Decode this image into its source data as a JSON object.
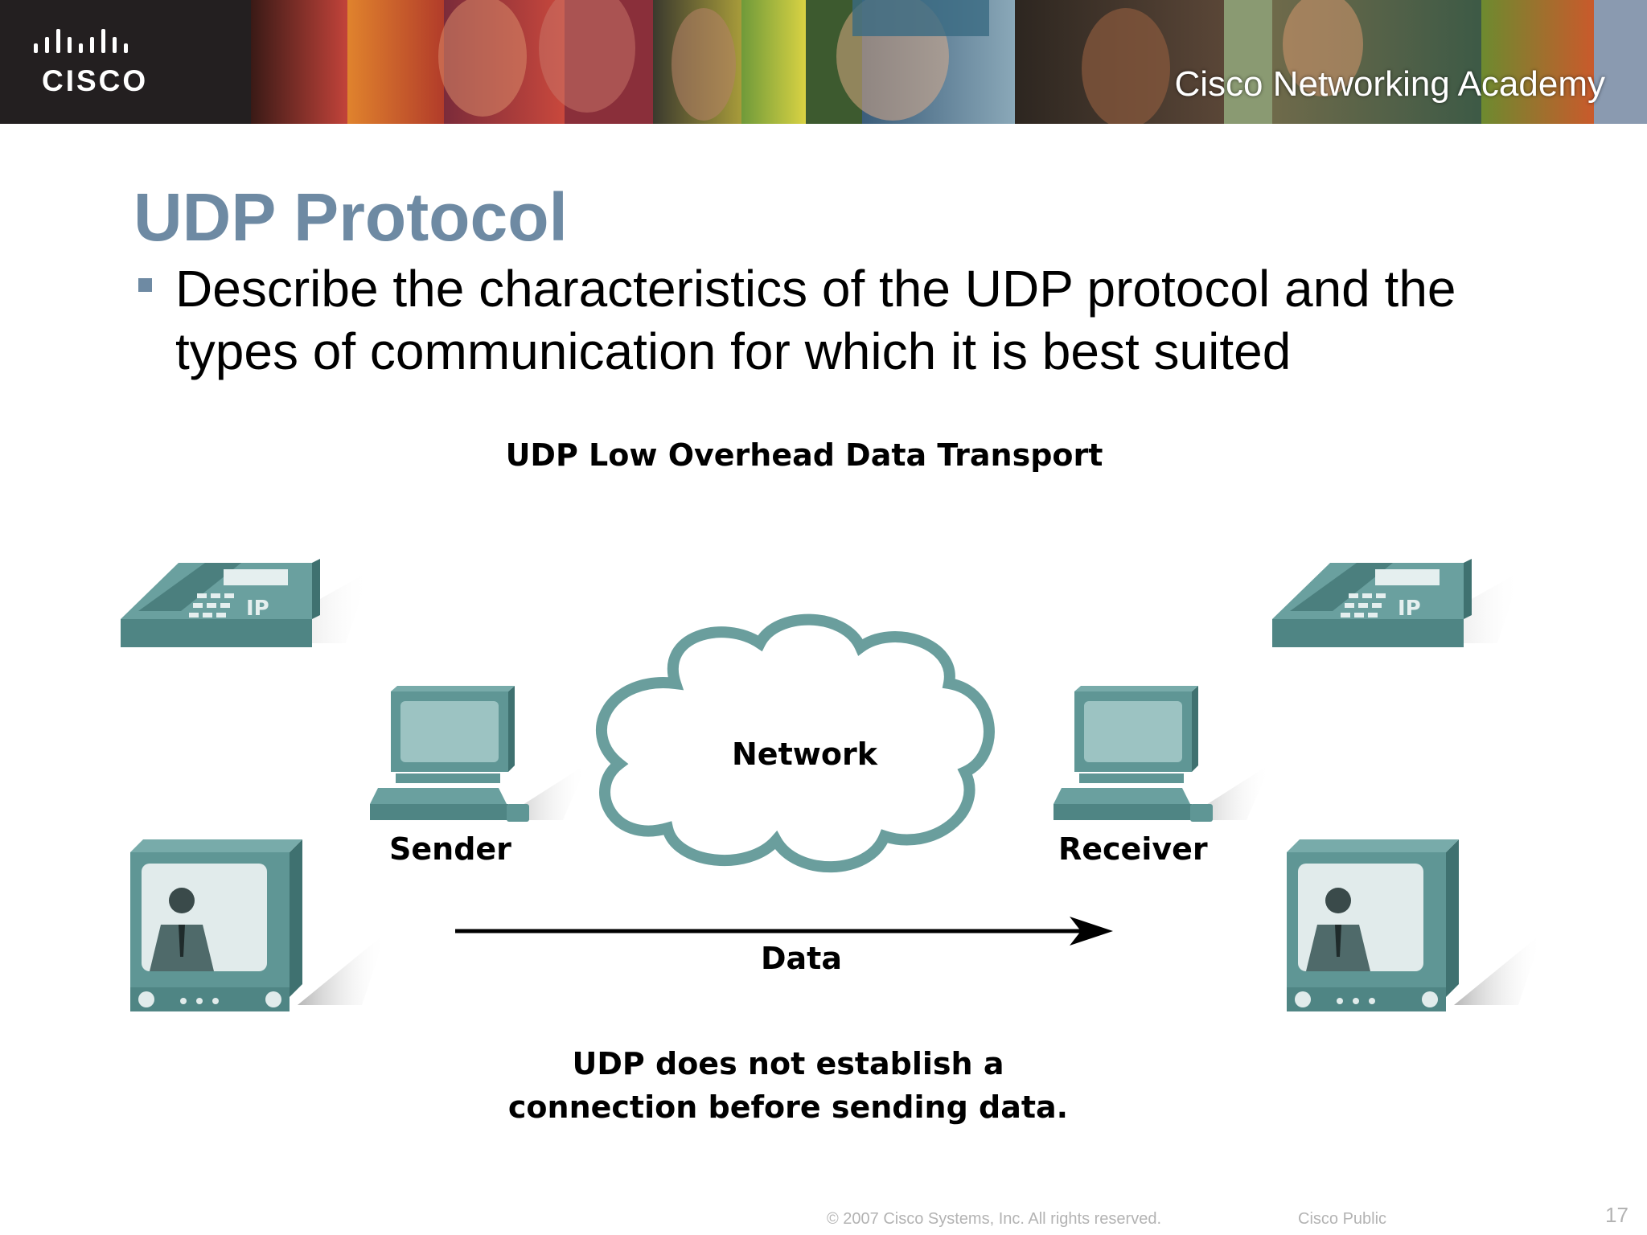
{
  "banner": {
    "logo_text": "CISCO",
    "academy_text": "Cisco Networking Academy"
  },
  "slide": {
    "title": "UDP Protocol",
    "bullet": "Describe the characteristics of the UDP protocol and the types of communication for which it is best suited"
  },
  "diagram": {
    "title": "UDP Low Overhead Data Transport",
    "network_label": "Network",
    "sender_label": "Sender",
    "receiver_label": "Receiver",
    "data_label": "Data",
    "phone_badge": "IP",
    "note_line1": "UDP does not establish a",
    "note_line2": "connection before sending data."
  },
  "footer": {
    "copyright": "© 2007 Cisco Systems, Inc. All rights reserved.",
    "classification": "Cisco Public",
    "page_number": "17"
  },
  "colors": {
    "title": "#6e8aa3",
    "device_teal": "#5f9695",
    "device_light": "#9cc3c2",
    "banner_bg": "#231f20"
  }
}
